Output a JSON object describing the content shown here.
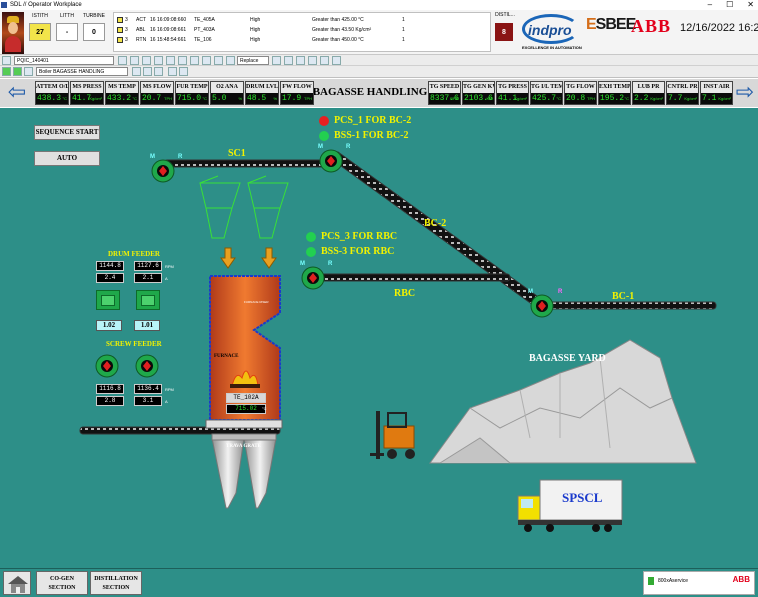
{
  "window": {
    "title": "SDL // Operator Workplace",
    "controls": [
      "–",
      "☐",
      "✕"
    ]
  },
  "counters": [
    {
      "label": "ISTITH",
      "value": "27",
      "style": "yellow"
    },
    {
      "label": "LITTH",
      "value": "-",
      "style": "white"
    },
    {
      "label": "TURBINE",
      "value": "0",
      "style": "white"
    }
  ],
  "alarms": [
    {
      "num": "3",
      "state": "ACT",
      "time": "16 16:09:08:660",
      "tag": "TE_405A",
      "priority": "High",
      "desc": "Greater than 425.00 °C",
      "count": "1",
      "color": "#f2e44a"
    },
    {
      "num": "3",
      "state": "ABL",
      "time": "16 16:09:08:661",
      "tag": "PT_403A",
      "priority": "High",
      "desc": "Greater than 43.50 Kg/cm²",
      "count": "1",
      "color": "#f2e44a"
    },
    {
      "num": "3",
      "state": "RTN",
      "time": "16 15:48:54:661",
      "tag": "TE_106",
      "priority": "High",
      "desc": "Greater than 450.00 °C",
      "count": "1",
      "color": "#f2e44a"
    }
  ],
  "distil": {
    "label": "DISTIL...",
    "value": "8"
  },
  "logos": {
    "indpro": "indpro",
    "indpro_sub": "EXCELLENCE IN AUTOMATION",
    "esbee_e": "E",
    "esbee_rest": "SBEE",
    "abb": "ABB"
  },
  "clock": "12/16/2022 16:22",
  "toolbar": {
    "tag_select": "PQIC_140401",
    "display_select": "Boiler BAGASSE HANDLING",
    "replace_select": "Replace"
  },
  "nav": {
    "title": "BAGASSE HANDLING",
    "left_arrow": "⇦",
    "right_arrow": "⇨",
    "tags_left": [
      {
        "label": "ATTEM O/L",
        "value": "438.3",
        "unit": "°C"
      },
      {
        "label": "MS PRESS",
        "value": "41.7",
        "unit": "Kg/cm²"
      },
      {
        "label": "MS TEMP",
        "value": "433.2",
        "unit": "°C"
      },
      {
        "label": "MS FLOW",
        "value": "20.7",
        "unit": "TPH"
      },
      {
        "label": "FUR TEMP",
        "value": "715.0",
        "unit": "°C"
      },
      {
        "label": "O2 ANA",
        "value": "5.0",
        "unit": "%"
      },
      {
        "label": "DRUM LVL",
        "value": "48.5",
        "unit": "%"
      },
      {
        "label": "FW FLOW",
        "value": "17.9",
        "unit": "TPH"
      }
    ],
    "tags_right": [
      {
        "label": "TG SPEED",
        "value": "8337.6",
        "unit": "RPM"
      },
      {
        "label": "TG GEN KW",
        "value": "2103.6",
        "unit": "KW"
      },
      {
        "label": "TG PRESS",
        "value": "41.1",
        "unit": "Kg/cm²"
      },
      {
        "label": "TG I/L TEM",
        "value": "425.7",
        "unit": "°C"
      },
      {
        "label": "TG FLOW",
        "value": "20.8",
        "unit": "TPH"
      },
      {
        "label": "EXH TEMP",
        "value": "195.2",
        "unit": "°C"
      },
      {
        "label": "LUB PR",
        "value": "2.2",
        "unit": "Kg/cm²"
      },
      {
        "label": "CNTRL PR",
        "value": "7.7",
        "unit": "Kg/cm²"
      },
      {
        "label": "INST AIR",
        "value": "7.1",
        "unit": "Kg/cm²"
      }
    ]
  },
  "mimic": {
    "sequence_start": "SEQUENCE START",
    "auto": "AUTO",
    "sc1": "SC1",
    "bc2": "BC-2",
    "bc1": "BC-1",
    "rbc": "RBC",
    "yard": "BAGASSE YARD",
    "pcs1": "PCS_1 FOR BC-2",
    "bss1": "BSS-1 FOR BC-2",
    "pcs3": "PCS_3 FOR RBC",
    "bss3": "BSS-3 FOR RBC",
    "drum_feeder": "DRUM FEEDER",
    "screw_feeder": "SCREW FEEDER",
    "drum_vals": {
      "rpm1": "1144.8",
      "rpm2": "1127.6",
      "rpm_unit": "RPM",
      "a1": "2.4",
      "a2": "2.1",
      "a_unit": "A",
      "ratio1": "1.02",
      "ratio2": "1.01"
    },
    "screw_vals": {
      "rpm1": "1116.8",
      "rpm2": "1136.4",
      "rpm_unit": "RPM",
      "a1": "2.8",
      "a2": "3.1",
      "a_unit": "A"
    },
    "furnace": "FURNACE",
    "furnace_tag": "TE_102A",
    "furnace_val": "715.02",
    "furnace_unit": "°C",
    "trava_grate": "TRAVA GRATE",
    "truck": "SPSCL",
    "motor_m": "M",
    "motor_r": "R",
    "colors": {
      "pcs1": "#e62020",
      "bss1": "#22d050",
      "pcs3": "#22d050",
      "bss3": "#22d050"
    }
  },
  "footer": {
    "cogen": "CO-GEN SECTION",
    "distillation": "DISTILLATION SECTION",
    "service": "800xAservice",
    "abb": "ABB"
  }
}
